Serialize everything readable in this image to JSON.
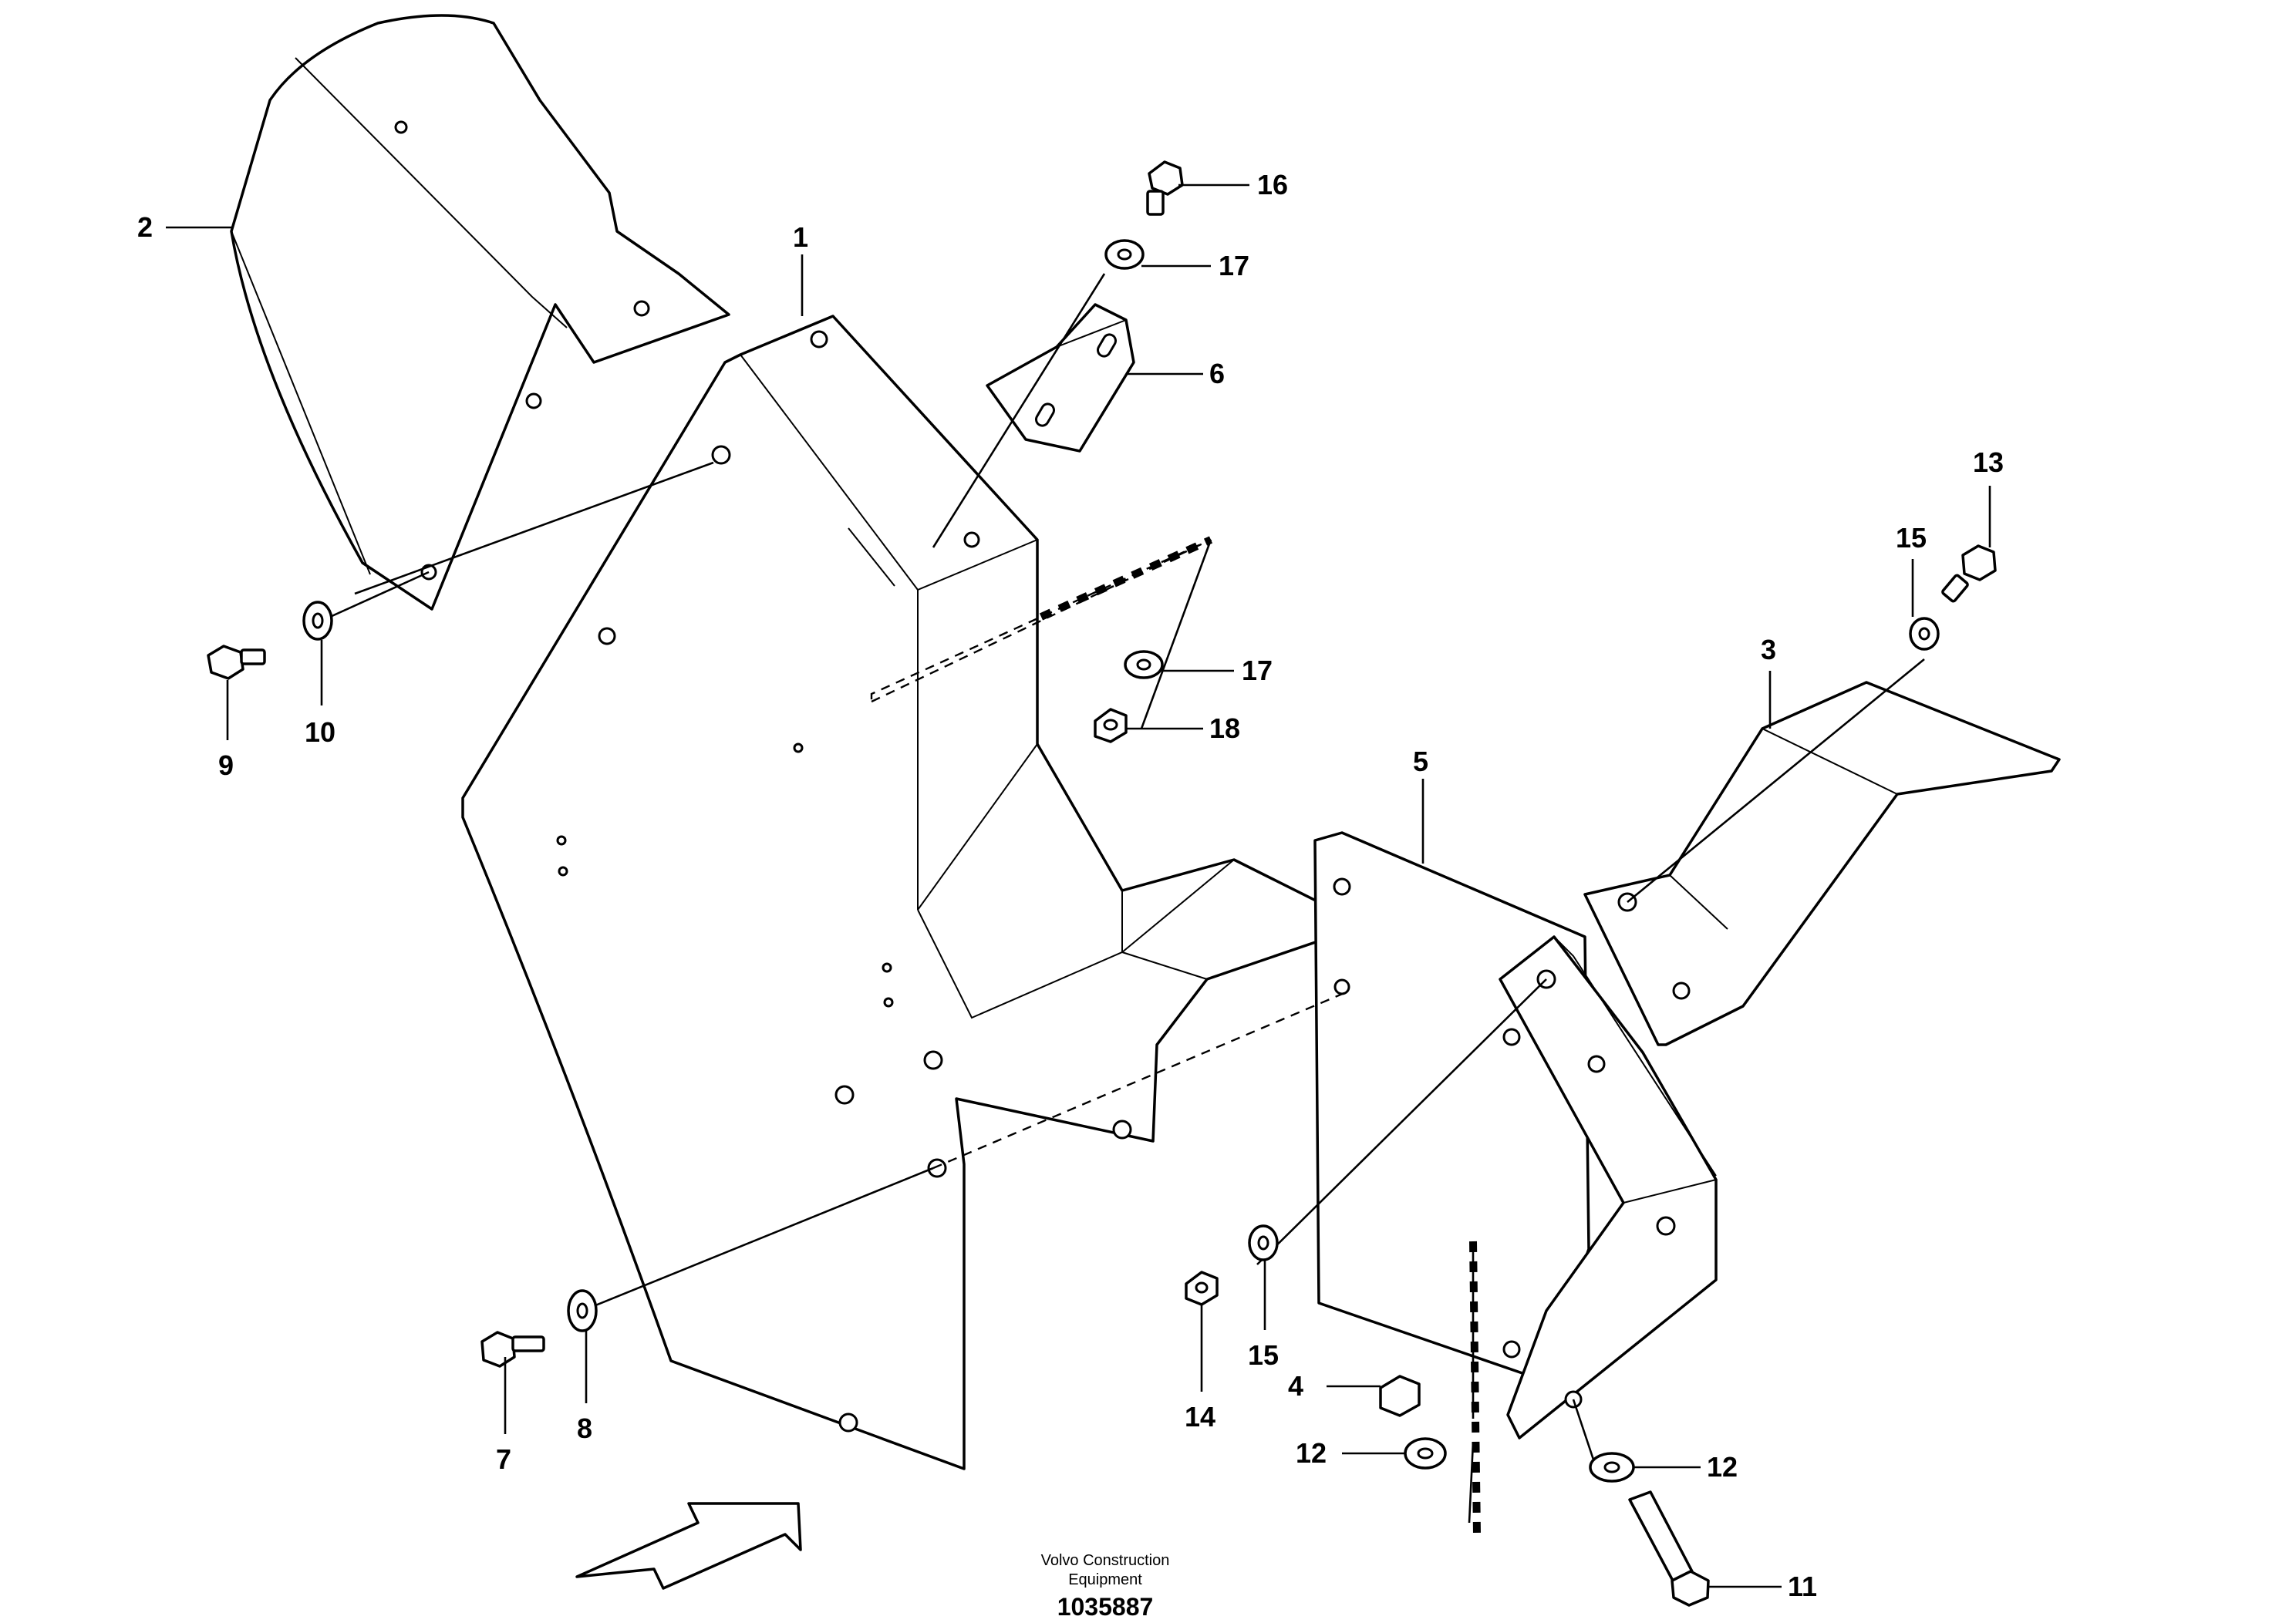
{
  "diagram": {
    "callouts": [
      "1",
      "2",
      "3",
      "4",
      "5",
      "6",
      "7",
      "8",
      "9",
      "10",
      "11",
      "12",
      "12",
      "13",
      "14",
      "15",
      "15",
      "16",
      "17",
      "17",
      "18"
    ]
  },
  "footer": {
    "company_line1": "Volvo Construction",
    "company_line2": "Equipment",
    "drawing_number": "1035887"
  },
  "colors": {
    "line": "#000000",
    "background": "#ffffff"
  }
}
